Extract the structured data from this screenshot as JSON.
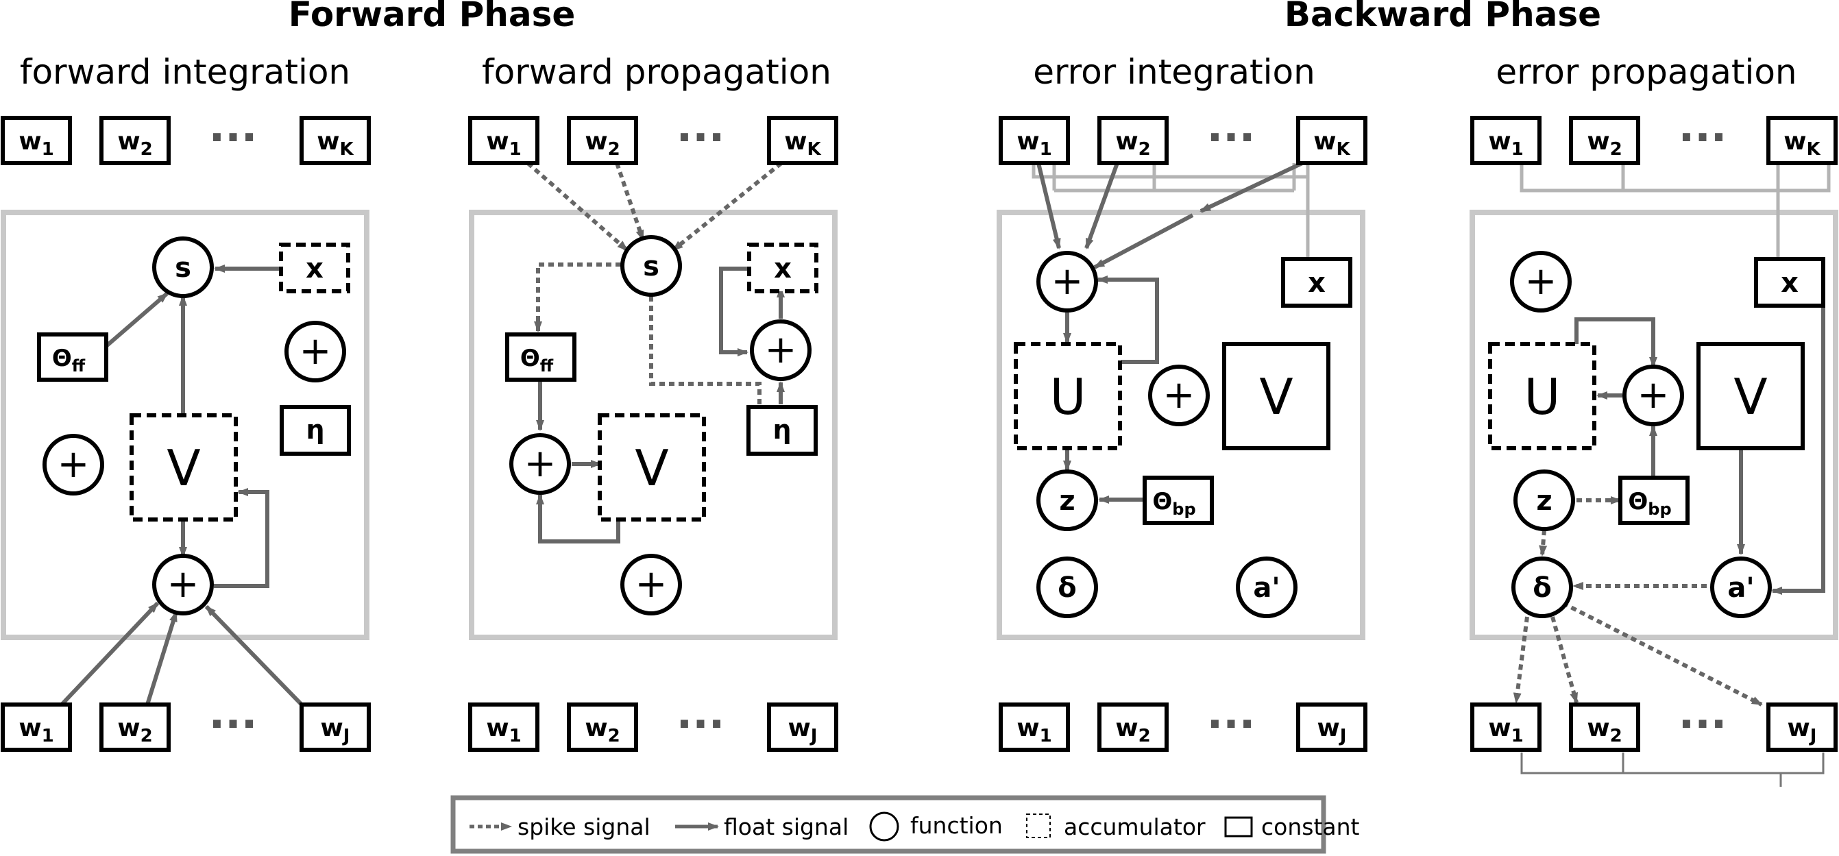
{
  "phases": {
    "forward": "Forward Phase",
    "backward": "Backward Phase"
  },
  "panels": {
    "p1": {
      "title": "forward integration"
    },
    "p2": {
      "title": "forward propagation"
    },
    "p3": {
      "title": "error integration"
    },
    "p4": {
      "title": "error propagation"
    }
  },
  "weights": {
    "w": "w",
    "sub_1": "1",
    "sub_2": "2",
    "sub_K": "K",
    "sub_J": "J",
    "ellipsis": "···"
  },
  "nodes": {
    "s": "s",
    "x": "x",
    "theta": "Θ",
    "theta_ff_sub": "ff",
    "theta_bp_sub": "bp",
    "plus": "+",
    "eta": "η",
    "V": "V",
    "U": "U",
    "z": "z",
    "delta": "δ",
    "a_prime": "a'"
  },
  "legend": {
    "spike": "spike signal",
    "float": "float signal",
    "function": "function",
    "accumulator": "accumulator",
    "constant": "constant"
  },
  "colors": {
    "signal": "#666666",
    "panel_border": "#c8c8c8",
    "bus": "#b4b4b4",
    "legend_border": "#808080"
  }
}
